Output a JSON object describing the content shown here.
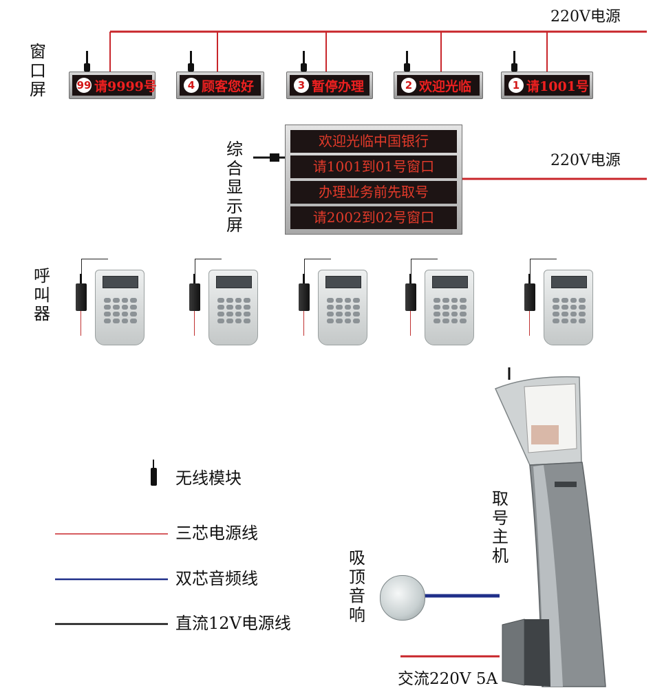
{
  "power": {
    "top_label": "220V电源",
    "mid_label": "220V电源",
    "ac_label": "交流220V 5A"
  },
  "window_screen": {
    "label": "窗口屏",
    "items": [
      {
        "num": "99",
        "text": "请9999号"
      },
      {
        "num": "4",
        "text": "顾客您好"
      },
      {
        "num": "3",
        "text": "暂停办理"
      },
      {
        "num": "2",
        "text": "欢迎光临"
      },
      {
        "num": "1",
        "text": "请1001号"
      }
    ]
  },
  "main_display": {
    "label": "综合显示屏",
    "lines": [
      "欢迎光临中国银行",
      "请1001到01号窗口",
      "办理业务前先取号",
      "请2002到02号窗口"
    ]
  },
  "caller": {
    "label": "呼叫器",
    "count": 5
  },
  "kiosk": {
    "label": "取号主机"
  },
  "speaker": {
    "label": "吸顶音响"
  },
  "legend": {
    "wireless": "无线模块",
    "three_core": "三芯电源线",
    "dual_core": "双芯音频线",
    "dc12v": "直流12V电源线"
  },
  "colors": {
    "power_line": "#c8252a",
    "audio_line": "#1f2f8a",
    "dc_line": "#111111",
    "led_red": "#ee2020"
  }
}
